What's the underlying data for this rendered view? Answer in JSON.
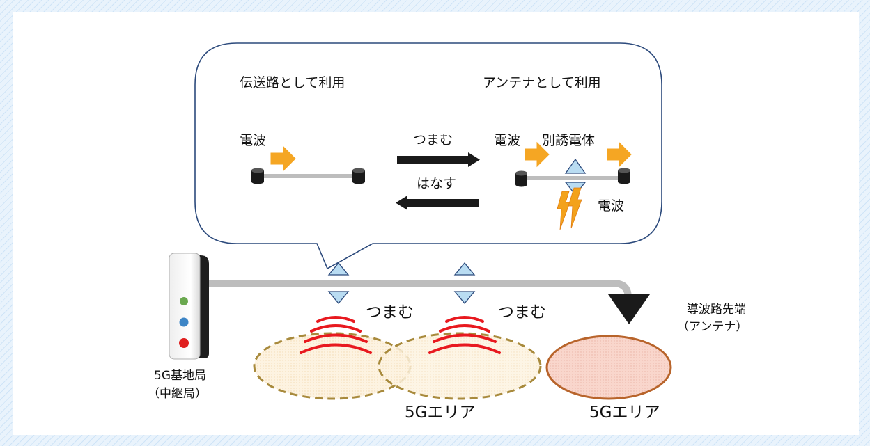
{
  "bubble": {
    "left_title": "伝送路として利用",
    "right_title": "アンテナとして利用",
    "left_wave": "電波",
    "pinch": "つまむ",
    "release": "はなす",
    "right_wave": "電波",
    "dielectric": "別誘電体",
    "emitted_wave": "電波"
  },
  "main": {
    "pinch_1": "つまむ",
    "pinch_2": "つまむ",
    "tip_line1": "導波路先端",
    "tip_line2": "（アンテナ）",
    "station_line1": "5G基地局",
    "station_line2": "（中継局）",
    "area_1": "5Gエリア",
    "area_2": "5Gエリア"
  },
  "colors": {
    "arrow_orange": "#f5a623",
    "waveguide_gray": "#bdbdbd",
    "wave_red": "#e8191f",
    "area_dashed": "#a88a3c",
    "area_solid": "#b8642b",
    "lightning": "#f3a21b"
  }
}
